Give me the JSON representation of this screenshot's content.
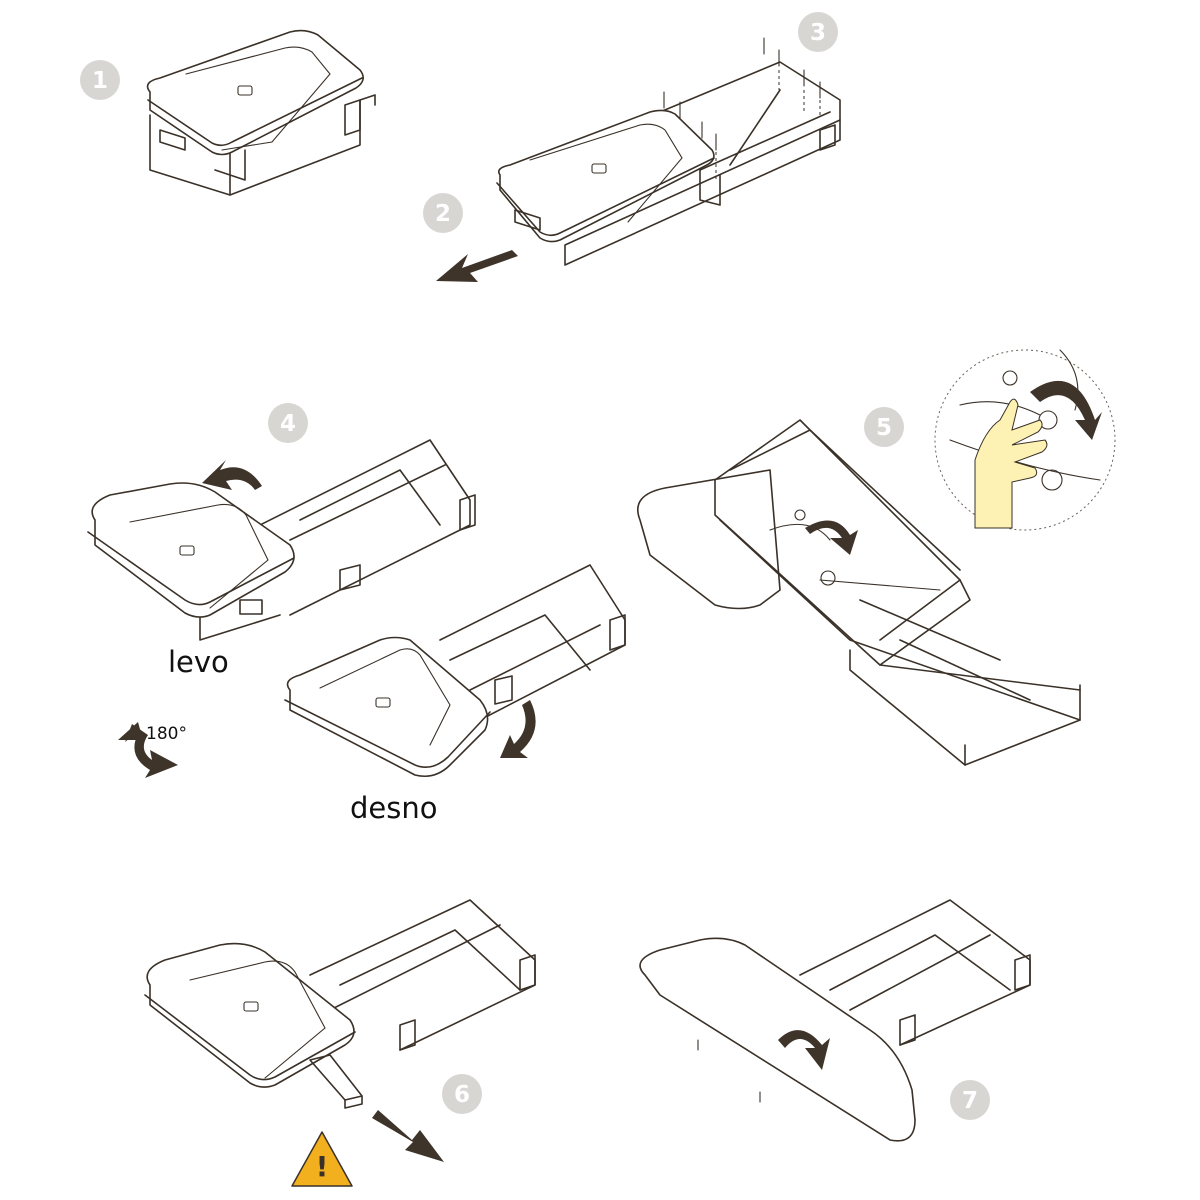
{
  "steps": [
    {
      "number": "1"
    },
    {
      "number": "2"
    },
    {
      "number": "3"
    },
    {
      "number": "4"
    },
    {
      "number": "5"
    },
    {
      "number": "6"
    },
    {
      "number": "7"
    }
  ],
  "labels": {
    "left": "levo",
    "right": "desno",
    "rotation": "180°"
  },
  "warning": {
    "symbol": "!",
    "color": "#f2b01e"
  },
  "colors": {
    "badge": "#d8d6d3",
    "arrow": "#3e342a",
    "hand": "#fdf1b3"
  },
  "icons": [
    "warning-triangle-icon",
    "rotate-arrow-icon",
    "pull-arrow-icon",
    "hand-icon"
  ]
}
